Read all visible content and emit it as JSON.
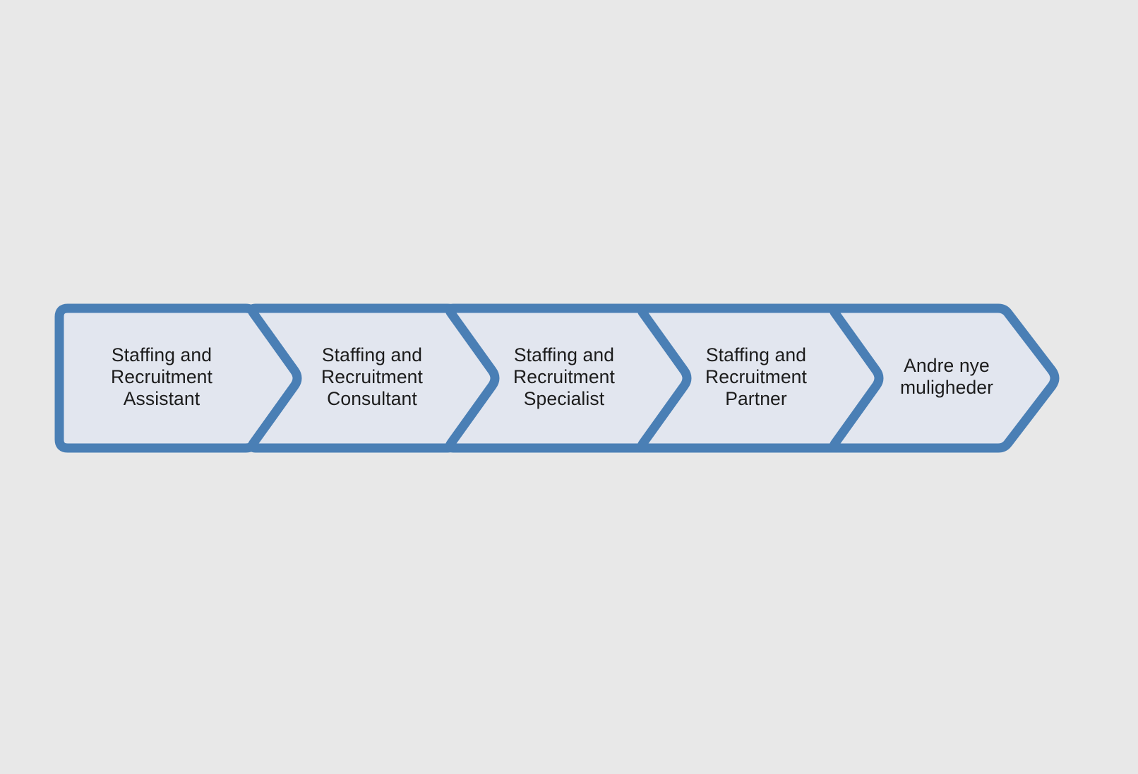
{
  "diagram": {
    "type": "chevron-process-flow",
    "title": "",
    "orientation": "horizontal",
    "background_color": "#e8e8e8",
    "shape_fill_color": "#e2e6ef",
    "shape_border_color": "#4a7fb5",
    "text_color": "#1c1c1c",
    "step_count": 5,
    "steps": [
      {
        "index": 1,
        "name": "staffing-and-recruitment-assistant",
        "label": "Staffing and\nRecruitment\nAssistant",
        "lines": [
          "Staffing and",
          "Recruitment",
          "Assistant"
        ]
      },
      {
        "index": 2,
        "name": "staffing-and-recruitment-consultant",
        "label": "Staffing and\nRecruitment\nConsultant",
        "lines": [
          "Staffing and",
          "Recruitment",
          "Consultant"
        ]
      },
      {
        "index": 3,
        "name": "staffing-and-recruitment-specialist",
        "label": "Staffing and\nRecruitment\nSpecialist",
        "lines": [
          "Staffing and",
          "Recruitment",
          "Specialist"
        ]
      },
      {
        "index": 4,
        "name": "staffing-and-recruitment-partner",
        "label": "Staffing and\nRecruitment\nPartner",
        "lines": [
          "Staffing and",
          "Recruitment",
          "Partner"
        ]
      },
      {
        "index": 5,
        "name": "andre-nye-muligheder",
        "label": "Andre nye\nmuligheder",
        "lines": [
          "Andre nye",
          "muligheder"
        ]
      }
    ]
  }
}
